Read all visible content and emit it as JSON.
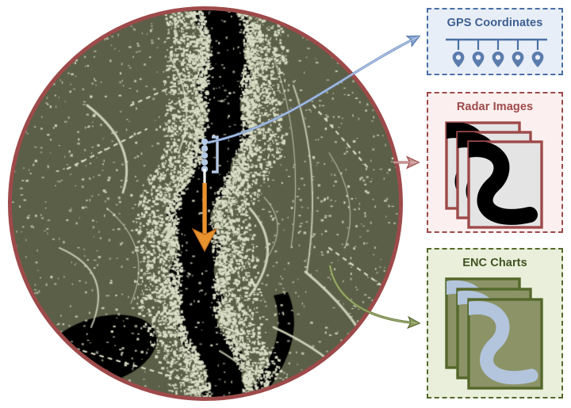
{
  "diagram": {
    "title": "Maritime multi-source navigation data diagram",
    "radar": {
      "name": "radar-display",
      "border_color": "#9e4a4a",
      "land_color": "#5c5f47",
      "water_color": "#000000",
      "return_color": "#d8dcc4",
      "vessel": {
        "gps_dot_count": 5,
        "gps_dot_color": "#b6c9e4",
        "bracket_color": "#b6c9e4",
        "heading_arrow_color": "#e8922e",
        "heading": "down"
      }
    },
    "connectors": [
      {
        "name": "gps-connector",
        "color": "#6e8fc0",
        "target": "GPS Coordinates",
        "style": "curved"
      },
      {
        "name": "radar-connector",
        "color": "#b06a6a",
        "target": "Radar Images",
        "style": "straight"
      },
      {
        "name": "enc-connector",
        "color": "#6e8140",
        "target": "ENC Charts",
        "style": "curved"
      }
    ],
    "panels": [
      {
        "id": "gps",
        "title": "GPS Coordinates",
        "border_color": "#4a6fa5",
        "fill_color": "#e8eef7",
        "title_color": "#3d5f91",
        "icon": "map-pin-icon",
        "pin_count": 5,
        "timeline": true
      },
      {
        "id": "radar",
        "title": "Radar Images",
        "border_color": "#9e4a4a",
        "fill_color": "#fbf0ef",
        "title_color": "#9e4a4a",
        "icon": "stacked-cards-icon",
        "card_count": 3,
        "card_fill": "#e4e4e4",
        "card_border": "#9e4a4a",
        "river_color": "#000000"
      },
      {
        "id": "enc",
        "title": "ENC Charts",
        "border_color": "#55682c",
        "fill_color": "#e9efda",
        "title_color": "#3f5220",
        "icon": "stacked-cards-icon",
        "card_count": 3,
        "card_fill": "#8c9467",
        "card_border": "#55682c",
        "river_color": "#b3c4dd"
      }
    ]
  }
}
